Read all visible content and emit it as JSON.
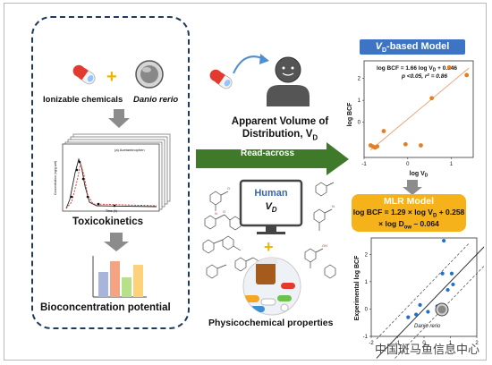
{
  "left_panel": {
    "ionizable_label": "Ionizable chemicals",
    "danio_label": "Danio rerio",
    "toxicokinetics_label": "Toxicokinetics",
    "bcp_label": "Bioconcentration potential",
    "chart_annotation": "(a) Acetaminophen",
    "chart_xlabel": "Time (h)",
    "chart_ylabel": "Concentration (ng/g wet)"
  },
  "middle": {
    "apparent_volume_line1": "Apparent Volume of",
    "apparent_volume_line2": "Distribution, V",
    "apparent_volume_sub": "D",
    "read_across_label": "Read-across",
    "human_line1": "Human",
    "human_line2": "V",
    "human_sub": "D",
    "physchem_label": "Physicochemical properties"
  },
  "vd_model": {
    "title_pre": "V",
    "title_sub": "D",
    "title_post": "-based Model",
    "equation": "log BCF = 1.66 log V",
    "equation_sub": "D",
    "equation_tail": " + 0.146",
    "stats_p": "p <0.05, r",
    "stats_sup": "2",
    "stats_tail": " = 0.86",
    "xlabel_pre": "log V",
    "xlabel_sub": "D",
    "ylabel": "log BCF",
    "xticks": [
      "-1",
      "0",
      "1"
    ],
    "yticks": [
      "0",
      "1",
      "2"
    ]
  },
  "mlr_model": {
    "title": "MLR Model",
    "line1_pre": "log BCF = 1.29 × log V",
    "line1_sub": "D",
    "line1_tail": " + 0.258",
    "line2_pre": "× log D",
    "line2_sub": "ow",
    "line2_tail": " – 0.064"
  },
  "exp_plot": {
    "ylabel": "Experimental log BCF",
    "annotation": "Danio rerio",
    "yticks": [
      "-1",
      "0",
      "1",
      "2"
    ],
    "xticks": [
      "-2",
      "-1",
      "0",
      "1",
      "2"
    ]
  },
  "watermark": "中国斑马鱼信息中心",
  "colors": {
    "accent_blue": "#3d74c4",
    "mlr_orange": "#f5b21b",
    "arrow_green": "#3f7a2a",
    "point_orange": "#e67e22",
    "point_blue": "#1f6fd1",
    "dash_border": "#1f3a5c"
  },
  "chart_data": [
    {
      "type": "scatter",
      "title": "",
      "xlabel": "log V_D",
      "ylabel": "log BCF",
      "xlim": [
        -1,
        1.5
      ],
      "ylim": [
        -1.6,
        2.8
      ],
      "series": [
        {
          "values": [
            [
              -0.85,
              -1.05
            ],
            [
              -0.8,
              -1.1
            ],
            [
              -0.75,
              -1.15
            ],
            [
              -0.7,
              -1.1
            ],
            [
              -0.55,
              -0.4
            ],
            [
              -0.05,
              -1.0
            ],
            [
              0.3,
              -1.05
            ],
            [
              0.55,
              1.1
            ],
            [
              0.95,
              2.5
            ],
            [
              1.35,
              2.15
            ]
          ]
        }
      ],
      "fit_line": {
        "slope": 1.66,
        "intercept": 0.146
      }
    },
    {
      "type": "scatter",
      "title": "",
      "xlabel": "",
      "ylabel": "Experimental log BCF",
      "xlim": [
        -2,
        2
      ],
      "ylim": [
        -1,
        2.6
      ],
      "series": [
        {
          "values": [
            [
              -0.6,
              -0.3
            ],
            [
              -0.3,
              -0.2
            ],
            [
              -0.15,
              0.15
            ],
            [
              0.15,
              -0.1
            ],
            [
              0.5,
              0.1
            ],
            [
              0.7,
              1.3
            ],
            [
              0.75,
              2.5
            ],
            [
              0.9,
              0.7
            ],
            [
              1.05,
              1.3
            ],
            [
              1.1,
              0.9
            ]
          ]
        }
      ],
      "identity_line": true
    }
  ]
}
